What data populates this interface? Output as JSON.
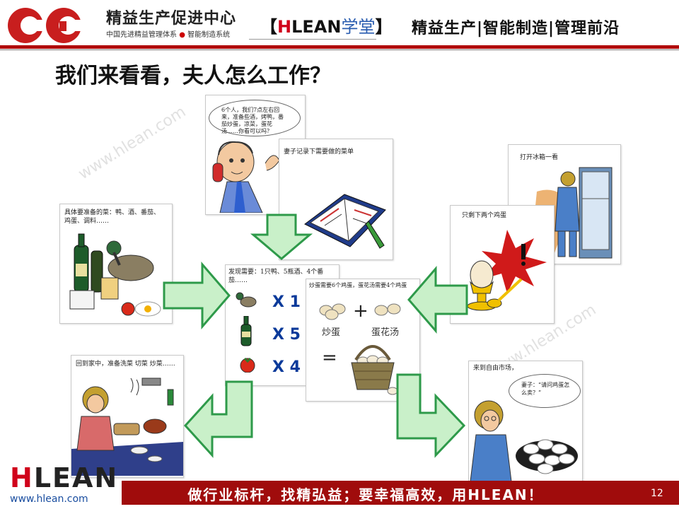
{
  "header": {
    "brand_name": "精益生产促进中心",
    "brand_sub_left": "中国先进精益管理体系",
    "brand_sub_right": "智能制造系统",
    "center_bracket_l": "【",
    "center_h": "H",
    "center_lean": "LEAN",
    "center_xt": "学堂",
    "center_bracket_r": "】",
    "right_slogan": "精益生产|智能制造|管理前沿"
  },
  "title": "我们来看看，夫人怎么工作？",
  "watermark": "www.hlean.com",
  "cards": {
    "phone_call": "6个人，我们7点左右回来，准备些酒，烤鸭，番茄炒蛋，凉菜，蛋花汤……你看可以吗？",
    "notebook": "妻子记录下需要做的菜单",
    "ingredients": "具体要准备的菜：鸭、酒、番茄、鸡蛋、调料……",
    "fridge": "打开冰箱一看",
    "eggs_left": "只剩下两个鸡蛋",
    "need_list": "发现需要：1只鸭、5瓶酒、4个番茄……",
    "egg_calc": "炒蛋需要6个鸡蛋，蛋花汤需要4个鸡蛋",
    "egg_left_label": "炒蛋",
    "egg_right_label": "蛋花汤",
    "cooking": "回到家中，准备洗菜 切菜 炒菜……",
    "market": "来到自由市场，",
    "market_bubble": "妻子：“请问鸡蛋怎么卖？”"
  },
  "counts": {
    "duck": "X 1",
    "wine": "X 5",
    "tomato": "X 4"
  },
  "footer": {
    "slogan": "做行业标杆，找精弘益；要幸福高效，用HLEAN！",
    "page": "12",
    "logo_h": "H",
    "logo_rest": "LEAN",
    "url": "www.hlean.com"
  },
  "colors": {
    "brand_red": "#b10d0d",
    "arrow_fill": "#c9f0c9",
    "arrow_stroke": "#2e9a4a",
    "count_blue": "#0b3a9a"
  }
}
